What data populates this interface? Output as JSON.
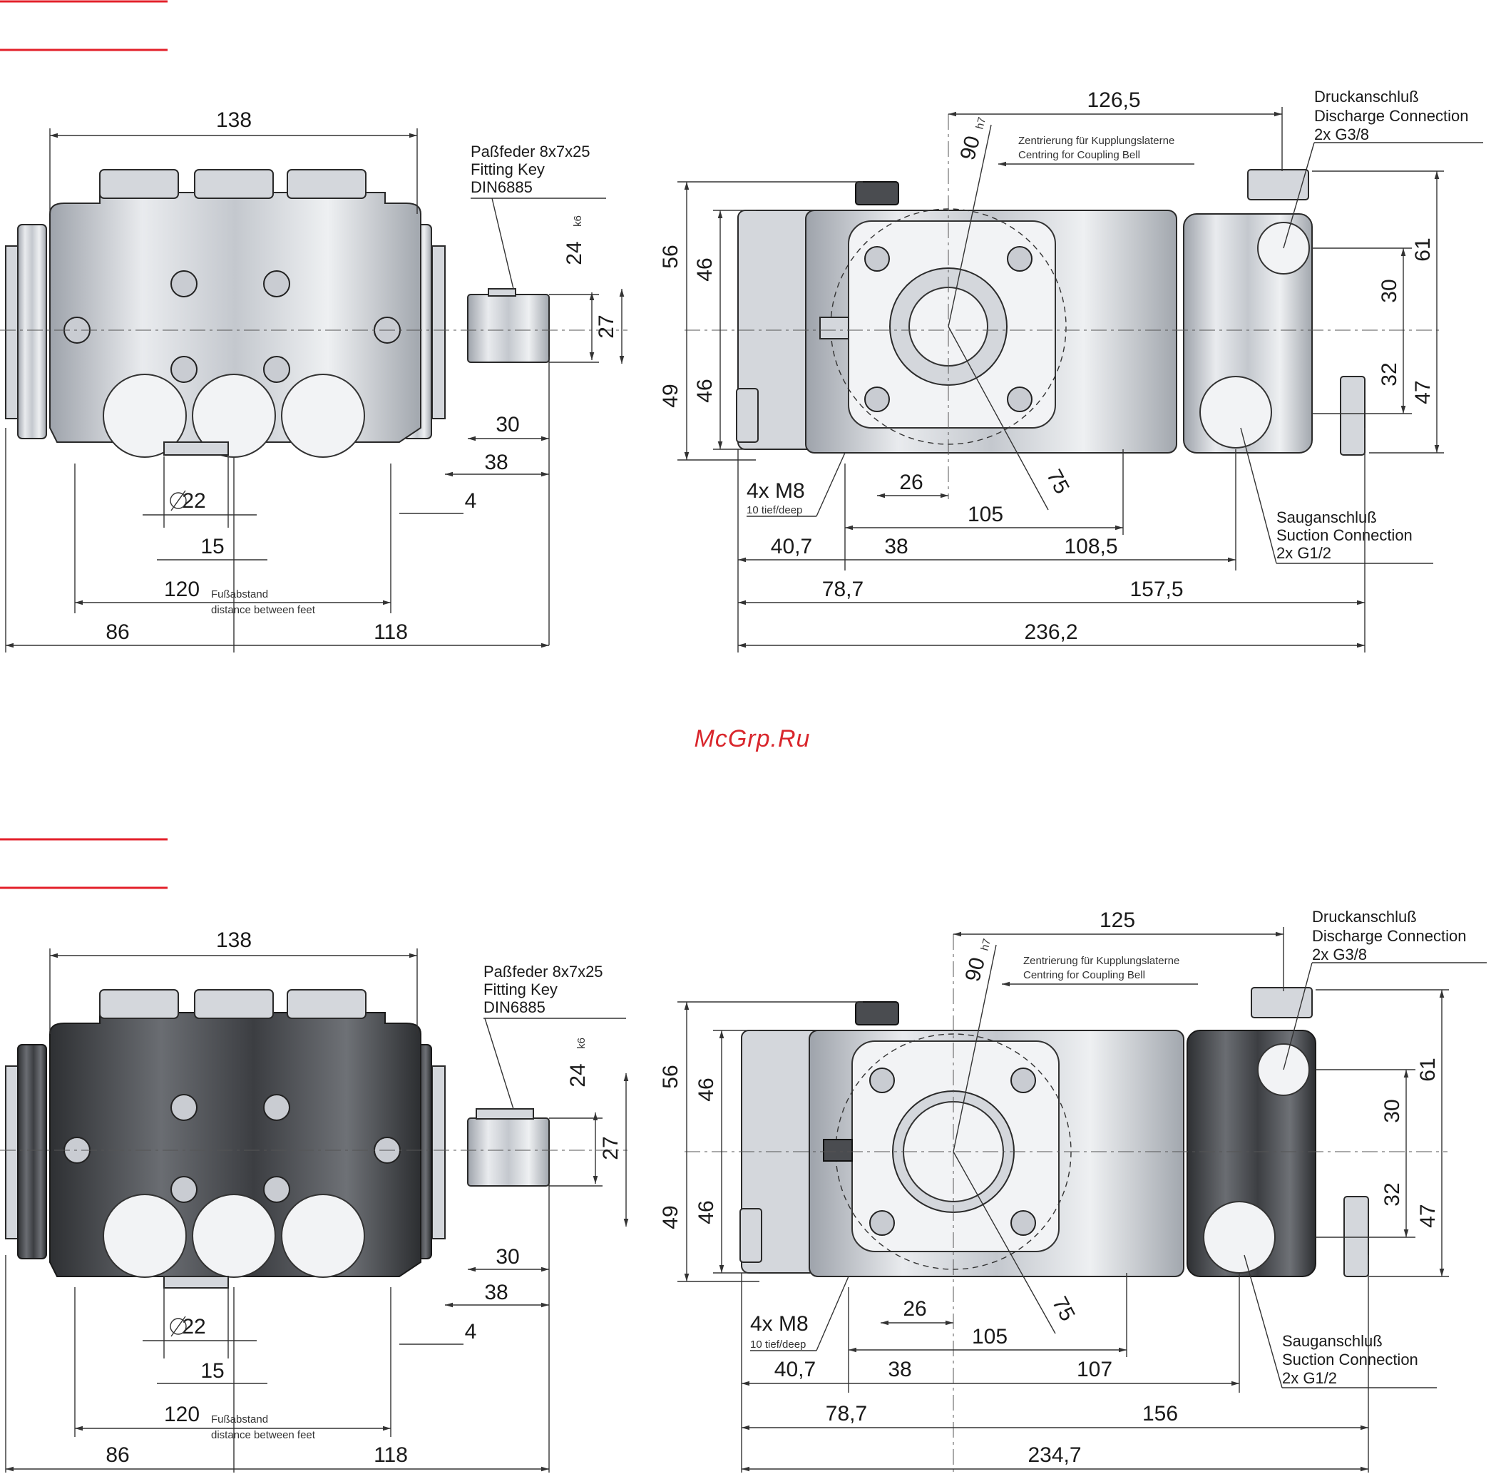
{
  "watermark": "McGrp.Ru",
  "section_1": {
    "front_view": {
      "overall_width": "138",
      "key_label_1": "Paßfeder 8x7x25",
      "key_label_2": "Fitting Key",
      "key_label_3": "DIN6885",
      "shaft_dia": "24",
      "shaft_tol": "k6",
      "shaft_height": "27",
      "shaft_len_30": "30",
      "shaft_len_38": "38",
      "shaft_gap_4": "4",
      "port_dia": "22",
      "port_pitch": "15",
      "feet_distance": "120",
      "feet_label_de": "Fußabstand",
      "feet_label_en": "distance between feet",
      "left_dim": "86",
      "right_dim": "118"
    },
    "side_view": {
      "top_dim": "126,5",
      "centring_dia": "90",
      "centring_tol": "h7",
      "centring_de": "Zentrierung für Kupplungslaterne",
      "centring_en": "Centring for Coupling Bell",
      "discharge_de": "Druckanschluß",
      "discharge_en": "Discharge Connection",
      "discharge_size": "2x G3/8",
      "h_56": "56",
      "h_46a": "46",
      "h_49": "49",
      "h_46b": "46",
      "r_61": "61",
      "r_30": "30",
      "r_32": "32",
      "r_47": "47",
      "thread": "4x M8",
      "thread_depth": "10 tief/deep",
      "d_26": "26",
      "dia_75": "75",
      "d_105": "105",
      "d_40_7": "40,7",
      "d_38": "38",
      "d_right_3": "108,5",
      "d_78_7": "78,7",
      "d_right_2": "157,5",
      "d_total": "236,2",
      "suction_de": "Sauganschluß",
      "suction_en": "Suction Connection",
      "suction_size": "2x G1/2"
    }
  },
  "section_2": {
    "front_view": {
      "overall_width": "138",
      "key_label_1": "Paßfeder 8x7x25",
      "key_label_2": "Fitting Key",
      "key_label_3": "DIN6885",
      "shaft_dia": "24",
      "shaft_tol": "k6",
      "shaft_height": "27",
      "shaft_len_30": "30",
      "shaft_len_38": "38",
      "shaft_gap_4": "4",
      "port_dia": "22",
      "port_pitch": "15",
      "feet_distance": "120",
      "feet_label_de": "Fußabstand",
      "feet_label_en": "distance between feet",
      "left_dim": "86",
      "right_dim": "118"
    },
    "side_view": {
      "top_dim": "125",
      "centring_dia": "90",
      "centring_tol": "h7",
      "centring_de": "Zentrierung für Kupplungslaterne",
      "centring_en": "Centring for Coupling Bell",
      "discharge_de": "Druckanschluß",
      "discharge_en": "Discharge Connection",
      "discharge_size": "2x G3/8",
      "h_56": "56",
      "h_46a": "46",
      "h_49": "49",
      "h_46b": "46",
      "r_61": "61",
      "r_30": "30",
      "r_32": "32",
      "r_47": "47",
      "thread": "4x M8",
      "thread_depth": "10 tief/deep",
      "d_26": "26",
      "dia_75": "75",
      "d_105": "105",
      "d_40_7": "40,7",
      "d_38": "38",
      "d_right_3": "107",
      "d_78_7": "78,7",
      "d_right_2": "156",
      "d_total": "234,7",
      "suction_de": "Sauganschluß",
      "suction_en": "Suction Connection",
      "suction_size": "2x G1/2"
    }
  }
}
